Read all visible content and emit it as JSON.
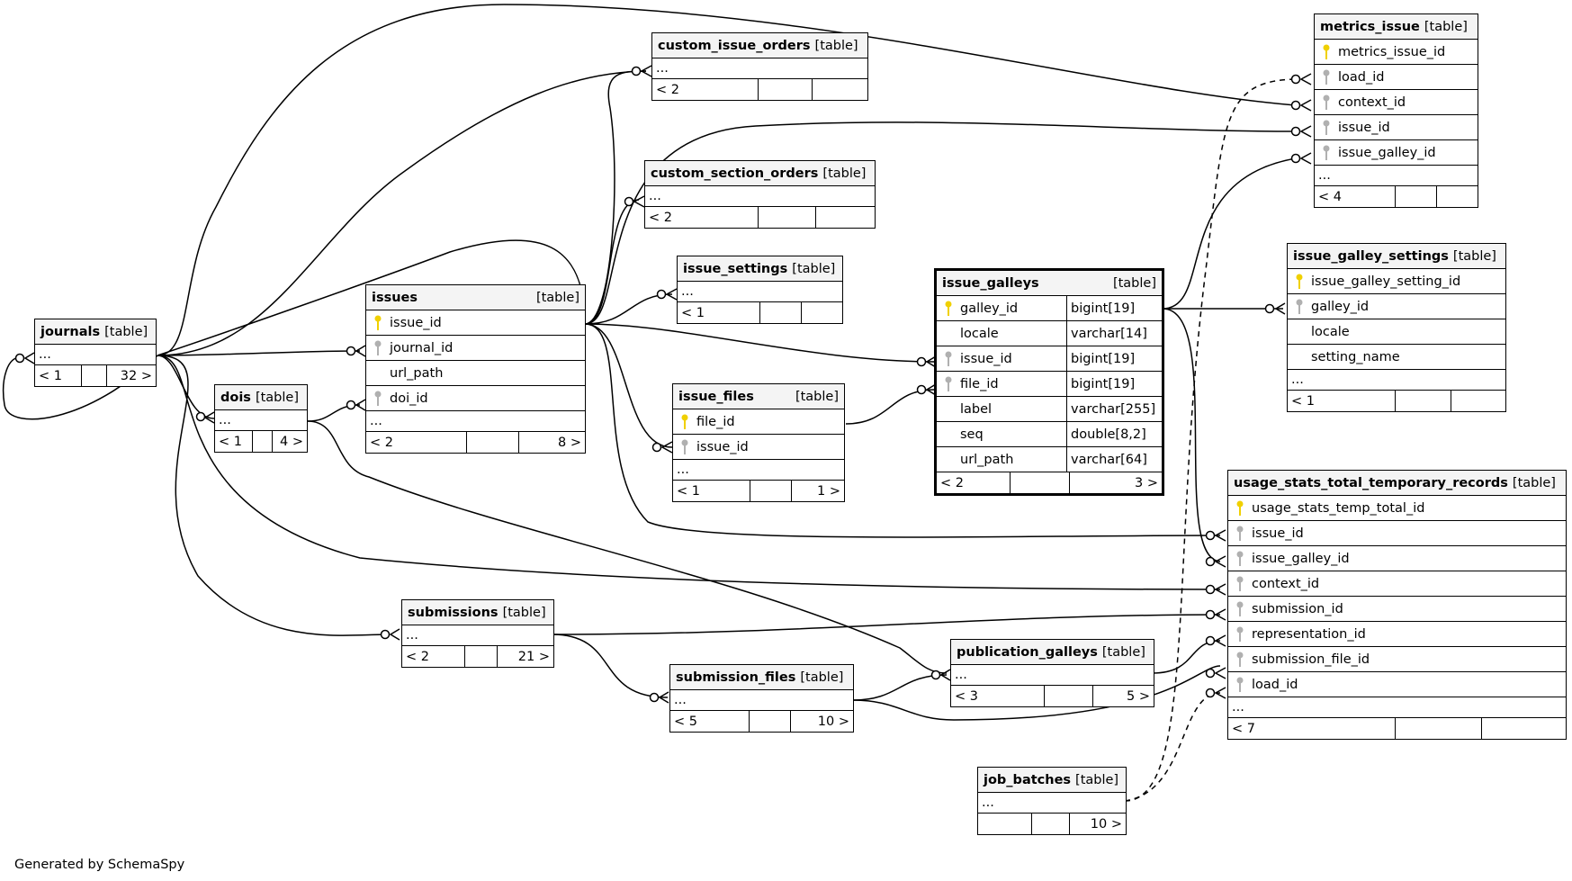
{
  "footer": "Generated by SchemaSpy",
  "tables": {
    "journals": {
      "name": "journals",
      "tag": "[table]",
      "ellipsis": "...",
      "stats": [
        "< 1",
        "",
        "32 >"
      ]
    },
    "dois": {
      "name": "dois",
      "tag": "[table]",
      "ellipsis": "...",
      "stats": [
        "< 1",
        "",
        "4 >"
      ]
    },
    "issues": {
      "name": "issues",
      "tag": "[table]",
      "columns": [
        {
          "name": "issue_id",
          "key": "primary"
        },
        {
          "name": "journal_id",
          "key": "foreign"
        },
        {
          "name": "url_path",
          "key": "none"
        },
        {
          "name": "doi_id",
          "key": "foreign"
        }
      ],
      "ellipsis": "...",
      "stats": [
        "< 2",
        "",
        "8 >"
      ]
    },
    "custom_issue_orders": {
      "name": "custom_issue_orders",
      "tag": "[table]",
      "ellipsis": "...",
      "stats": [
        "< 2",
        "",
        ""
      ]
    },
    "custom_section_orders": {
      "name": "custom_section_orders",
      "tag": "[table]",
      "ellipsis": "...",
      "stats": [
        "< 2",
        "",
        ""
      ]
    },
    "issue_settings": {
      "name": "issue_settings",
      "tag": "[table]",
      "ellipsis": "...",
      "stats": [
        "< 1",
        "",
        ""
      ]
    },
    "issue_files": {
      "name": "issue_files",
      "tag": "[table]",
      "columns": [
        {
          "name": "file_id",
          "key": "primary"
        },
        {
          "name": "issue_id",
          "key": "foreign"
        }
      ],
      "ellipsis": "...",
      "stats": [
        "< 1",
        "",
        "1 >"
      ]
    },
    "issue_galleys": {
      "name": "issue_galleys",
      "tag": "[table]",
      "columns": [
        {
          "name": "galley_id",
          "type": "bigint[19]",
          "key": "primary"
        },
        {
          "name": "locale",
          "type": "varchar[14]",
          "key": "none"
        },
        {
          "name": "issue_id",
          "type": "bigint[19]",
          "key": "foreign"
        },
        {
          "name": "file_id",
          "type": "bigint[19]",
          "key": "foreign"
        },
        {
          "name": "label",
          "type": "varchar[255]",
          "key": "none"
        },
        {
          "name": "seq",
          "type": "double[8,2]",
          "key": "none"
        },
        {
          "name": "url_path",
          "type": "varchar[64]",
          "key": "none"
        }
      ],
      "stats": [
        "< 2",
        "",
        "3 >"
      ]
    },
    "metrics_issue": {
      "name": "metrics_issue",
      "tag": "[table]",
      "columns": [
        {
          "name": "metrics_issue_id",
          "key": "primary"
        },
        {
          "name": "load_id",
          "key": "foreign"
        },
        {
          "name": "context_id",
          "key": "foreign"
        },
        {
          "name": "issue_id",
          "key": "foreign"
        },
        {
          "name": "issue_galley_id",
          "key": "foreign"
        }
      ],
      "ellipsis": "...",
      "stats": [
        "< 4",
        "",
        ""
      ]
    },
    "issue_galley_settings": {
      "name": "issue_galley_settings",
      "tag": "[table]",
      "columns": [
        {
          "name": "issue_galley_setting_id",
          "key": "primary"
        },
        {
          "name": "galley_id",
          "key": "foreign"
        },
        {
          "name": "locale",
          "key": "none"
        },
        {
          "name": "setting_name",
          "key": "none"
        }
      ],
      "ellipsis": "...",
      "stats": [
        "< 1",
        "",
        ""
      ]
    },
    "usage_stats_total_temporary_records": {
      "name": "usage_stats_total_temporary_records",
      "tag": "[table]",
      "columns": [
        {
          "name": "usage_stats_temp_total_id",
          "key": "primary"
        },
        {
          "name": "issue_id",
          "key": "foreign"
        },
        {
          "name": "issue_galley_id",
          "key": "foreign"
        },
        {
          "name": "context_id",
          "key": "foreign"
        },
        {
          "name": "submission_id",
          "key": "foreign"
        },
        {
          "name": "representation_id",
          "key": "foreign"
        },
        {
          "name": "submission_file_id",
          "key": "foreign"
        },
        {
          "name": "load_id",
          "key": "foreign"
        }
      ],
      "ellipsis": "...",
      "stats": [
        "< 7",
        "",
        ""
      ]
    },
    "submissions": {
      "name": "submissions",
      "tag": "[table]",
      "ellipsis": "...",
      "stats": [
        "< 2",
        "",
        "21 >"
      ]
    },
    "submission_files": {
      "name": "submission_files",
      "tag": "[table]",
      "ellipsis": "...",
      "stats": [
        "< 5",
        "",
        "10 >"
      ]
    },
    "publication_galleys": {
      "name": "publication_galleys",
      "tag": "[table]",
      "ellipsis": "...",
      "stats": [
        "< 3",
        "",
        "5 >"
      ]
    },
    "job_batches": {
      "name": "job_batches",
      "tag": "[table]",
      "ellipsis": "...",
      "stats": [
        "",
        "",
        "10 >"
      ]
    }
  },
  "colors": {
    "primary_key": "#f0d000",
    "foreign_key": "#b0b0b0",
    "header_bg": "#f4f4f4",
    "line": "#000000"
  }
}
